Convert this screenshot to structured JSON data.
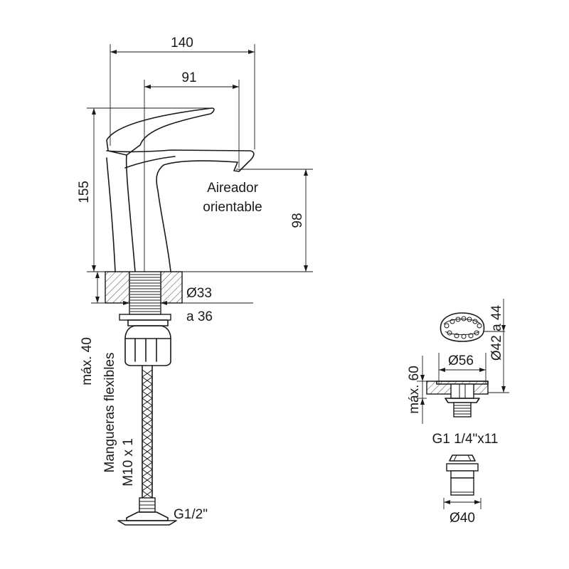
{
  "labels": {
    "dim_width_total": "140",
    "dim_spout_reach": "91",
    "dim_height_total": "155",
    "dim_aerator_height": "98",
    "aerator_line1": "Aireador",
    "aerator_line2": "orientable",
    "hole_diameter_line1": "Ø33",
    "hole_diameter_line2": "a 36",
    "max_thickness_left": "máx. 40",
    "hoses_line1": "Mangueras flexibles",
    "hoses_line2": "M10 x 1",
    "hose_connection": "G1/2\"",
    "drain_cap_range": "Ø42 a 44",
    "drain_flange": "Ø56",
    "max_thickness_right": "máx. 60",
    "drain_thread": "G1 1/4\"x11",
    "drain_nut": "Ø40"
  }
}
